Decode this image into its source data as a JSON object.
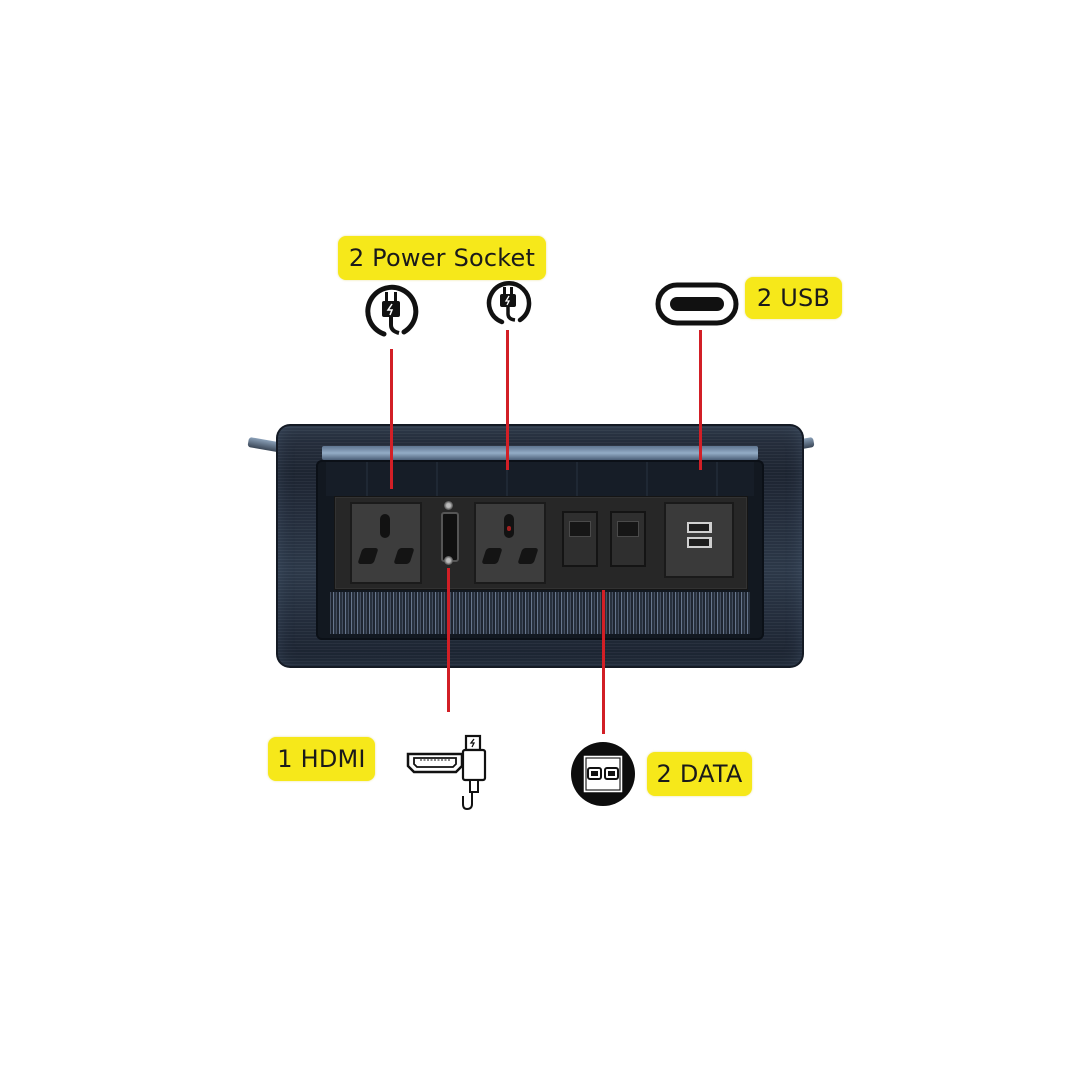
{
  "labels": {
    "power": "2  Power Socket",
    "usb": "2 USB",
    "hdmi": "1 HDMI",
    "data": "2 DATA"
  },
  "colors": {
    "label_bg": "#f6e81a",
    "leader_line": "#d21f26",
    "device_body": "#1e2633",
    "faceplate": "#272727"
  },
  "icons": {
    "power_left": "power-plug-icon",
    "power_right": "power-plug-icon",
    "usb": "usb-c-port-icon",
    "hdmi": "hdmi-cable-icon",
    "data": "rj45-dual-jack-icon"
  },
  "device": {
    "modules": [
      {
        "type": "power-socket",
        "count": 1
      },
      {
        "type": "hdmi",
        "count": 1
      },
      {
        "type": "power-socket",
        "count": 1
      },
      {
        "type": "rj45-data",
        "count": 2
      },
      {
        "type": "usb",
        "count": 2
      }
    ]
  }
}
